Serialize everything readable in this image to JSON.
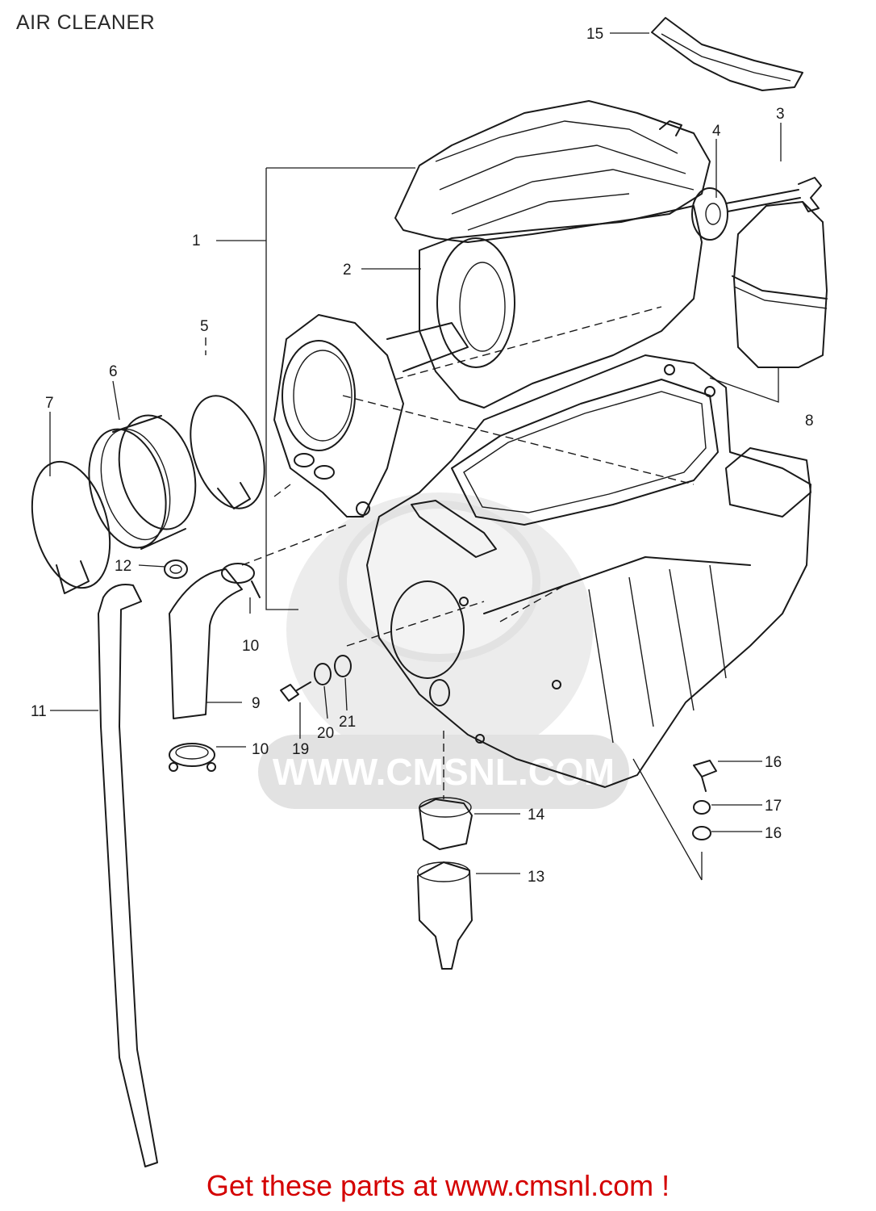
{
  "title": "AIR CLEANER",
  "footer": "Get these parts at www.cmsnl.com !",
  "watermark": {
    "text": "WWW.CMSNL.COM",
    "color": "#e2e2e2"
  },
  "colors": {
    "line": "#1a1a1a",
    "footer": "#d40000"
  },
  "callouts": [
    "1",
    "2",
    "3",
    "4",
    "5",
    "6",
    "7",
    "8",
    "9",
    "10",
    "10",
    "11",
    "12",
    "13",
    "14",
    "15",
    "16",
    "16",
    "17",
    "19",
    "20",
    "21"
  ]
}
